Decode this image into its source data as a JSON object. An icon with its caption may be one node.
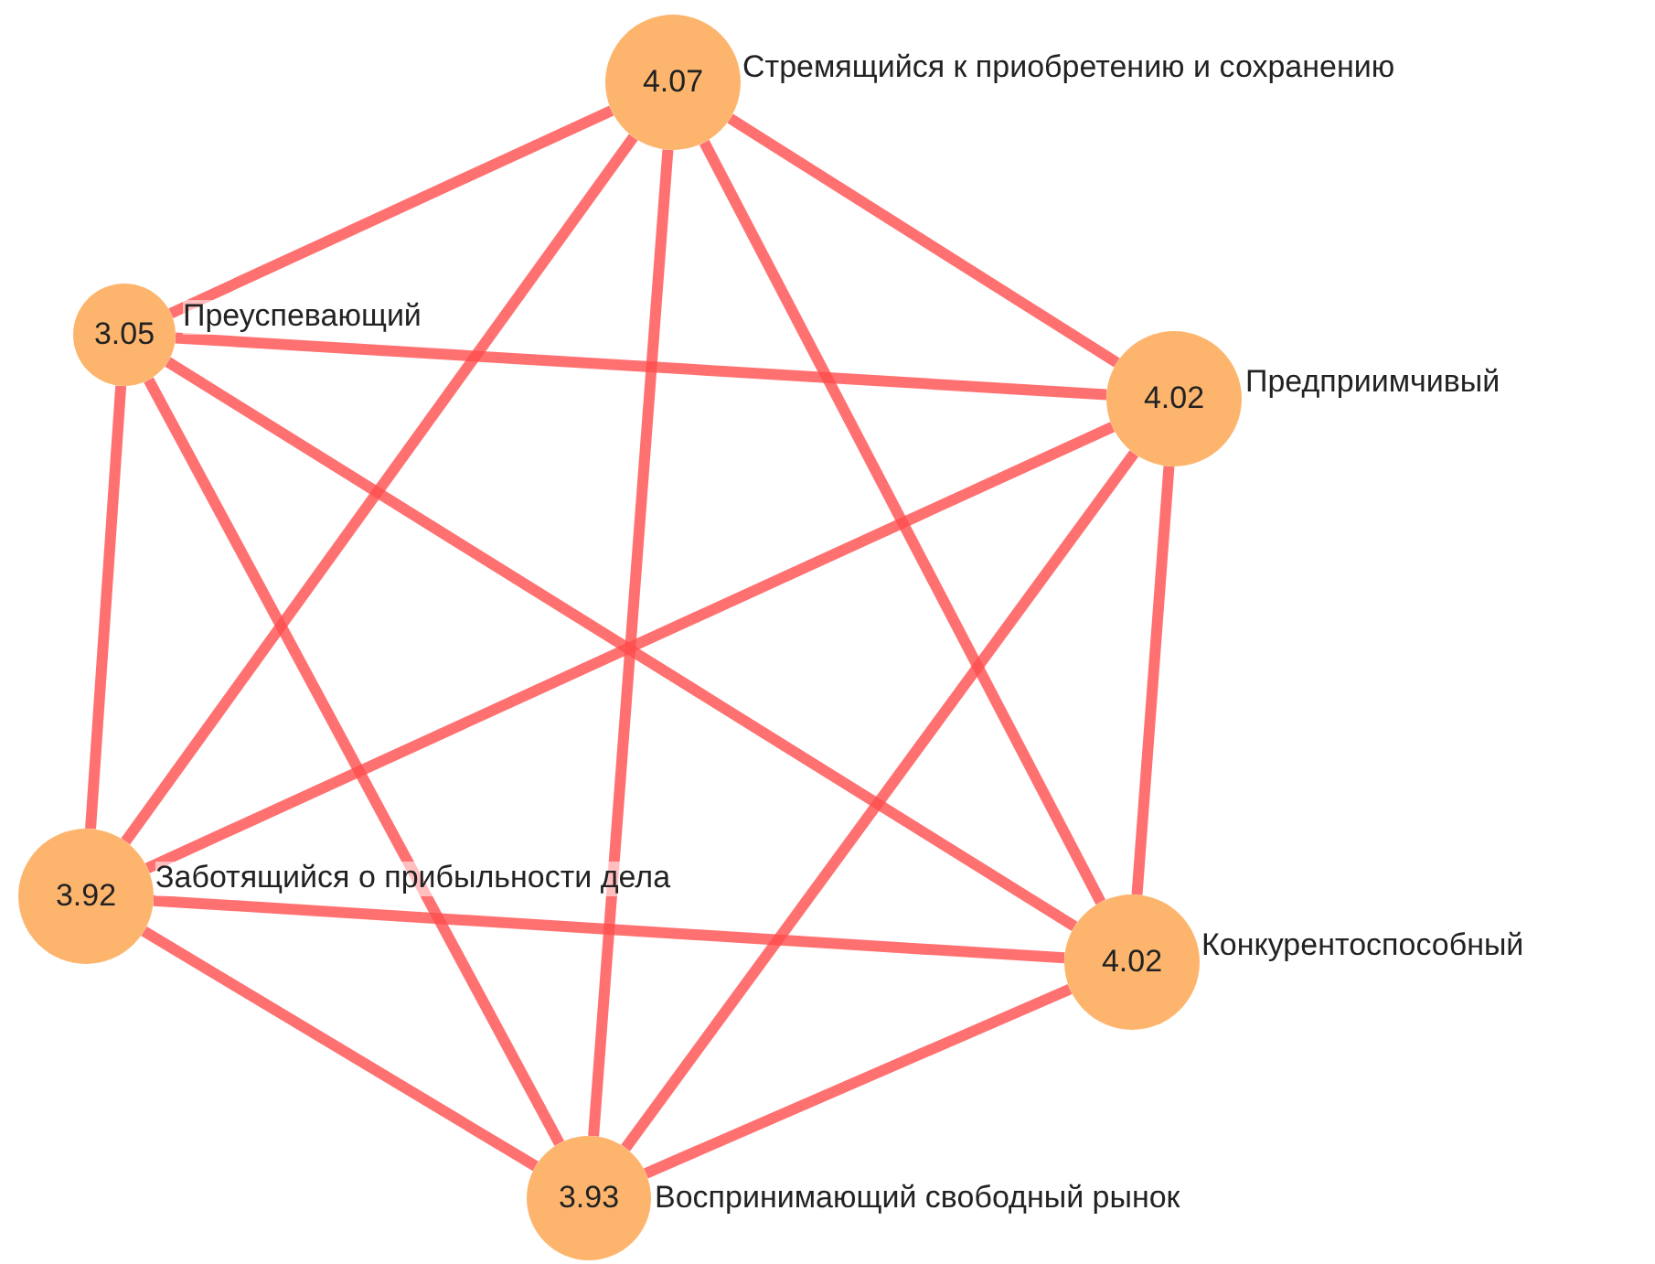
{
  "diagram": {
    "nodes": [
      {
        "text": [
          "4.07"
        ],
        "beside": [
          "Стремящийся к приобретению и сохранению"
        ]
      },
      {
        "text": [
          "3.05"
        ],
        "beside": [
          "Преуспевающий"
        ]
      },
      {
        "text": [
          "4.02"
        ],
        "beside": [
          "Предприимчивый"
        ]
      },
      {
        "text": [
          "3.92"
        ],
        "beside": [
          "Заботящийся о прибыльности дела"
        ]
      },
      {
        "text": [
          "4.02"
        ],
        "beside": [
          "Конкурентоспособный"
        ]
      },
      {
        "text": [
          "3.93"
        ],
        "beside": [
          "Воспринимающий свободный рынок"
        ]
      }
    ],
    "edges": [
      {
        "from": 0,
        "to": 1,
        "arrow": "none"
      },
      {
        "from": 0,
        "to": 2,
        "arrow": "none"
      },
      {
        "from": 0,
        "to": 3,
        "arrow": "none"
      },
      {
        "from": 0,
        "to": 4,
        "arrow": "none"
      },
      {
        "from": 0,
        "to": 5,
        "arrow": "none"
      },
      {
        "from": 1,
        "to": 2,
        "arrow": "none"
      },
      {
        "from": 1,
        "to": 3,
        "arrow": "none"
      },
      {
        "from": 1,
        "to": 4,
        "arrow": "none"
      },
      {
        "from": 1,
        "to": 5,
        "arrow": "none"
      },
      {
        "from": 2,
        "to": 3,
        "arrow": "none"
      },
      {
        "from": 2,
        "to": 4,
        "arrow": "none"
      },
      {
        "from": 2,
        "to": 5,
        "arrow": "none"
      },
      {
        "from": 3,
        "to": 4,
        "arrow": "none"
      },
      {
        "from": 3,
        "to": 5,
        "arrow": "none"
      },
      {
        "from": 4,
        "to": 5,
        "arrow": "none"
      }
    ]
  }
}
